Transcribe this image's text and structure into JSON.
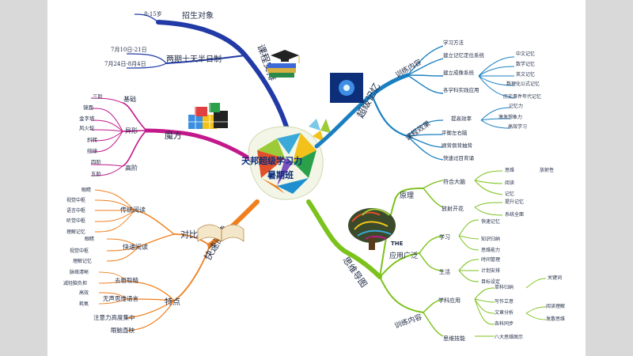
{
  "center": {
    "title_line1": "天邦超级学习力",
    "title_line2": "暑期班"
  },
  "blue_top": {
    "label": "课程安排",
    "age_label": "招生对象",
    "age_value": "8-15岁",
    "schedule_label": "两期十天半日制",
    "schedule_dates": [
      "7月10日-21日",
      "7月24日-8月4日"
    ]
  },
  "purple_magic": {
    "label": "魔方",
    "groups": [
      {
        "label": "基础",
        "items": [
          "三阶"
        ]
      },
      {
        "label": "异形",
        "items": [
          "镜面",
          "金字塔",
          "风火轮",
          "斜转",
          "绕球"
        ]
      },
      {
        "label": "高阶",
        "items": [
          "四阶",
          "五阶"
        ]
      }
    ]
  },
  "orange_reading": {
    "label": "快速阅读",
    "compare_label": "对比",
    "traditional": {
      "label": "传统阅读",
      "items": [
        "眼睛",
        "视觉中枢",
        "语言中枢",
        "听觉中枢",
        "理解记忆"
      ]
    },
    "fast": {
      "label": "快速阅读",
      "items": [
        "眼睛",
        "视觉中枢",
        "理解记忆"
      ]
    },
    "features_label": "特点",
    "features": [
      {
        "label": "去粗取精",
        "subs": [
          "脉络清晰",
          "减轻脑负担"
        ]
      },
      {
        "label": "无声思维语言",
        "subs": [
          "高效",
          "耗氧"
        ]
      },
      {
        "label": "注意力高度集中",
        "subs": []
      },
      {
        "label": "眼脑直映",
        "subs": []
      }
    ]
  },
  "blue_memory": {
    "label": "超级记忆",
    "training_label": "训练内容",
    "training_items": [
      "学习方法",
      "建立记忆定位系统",
      "建立成像系统",
      "各学科实践应用"
    ],
    "imaging_items": [
      "中文记忆",
      "数学记忆",
      "英文记忆",
      "数理化公式记忆",
      "历史事件年代记忆"
    ],
    "effect_label": "课程效果",
    "effect_items": [
      "提高效率",
      "平衡左右脑",
      "顺背倒背抽背",
      "快速过目背诵"
    ],
    "efficiency_items": [
      "记忆力",
      "激发想象力",
      "高效学习"
    ]
  },
  "green_thinking": {
    "label": "思维导图",
    "principle_label": "原理",
    "whole_brain": "符合大脑",
    "whole_brain_items": [
      "思维",
      "阅读",
      "记忆"
    ],
    "divergent": "放射性",
    "radial": "放射开花",
    "radial_items": [
      "提升记忆",
      "系统全面"
    ],
    "application_label": "应用广泛",
    "study_label": "学习",
    "study_items": [
      "快速记忆",
      "知识归纳",
      "思维能力"
    ],
    "life_label": "生活",
    "life_items": [
      "时间管理",
      "计划安排",
      "目标设定"
    ],
    "training_label": "训练内容",
    "subject_label": "学科应用",
    "subject_items": [
      "单科归纳",
      "写作立意",
      "文章分析",
      "各科同步"
    ],
    "keyword": "关键词",
    "reading_items": [
      "阅读理解",
      "发散思维"
    ],
    "skills_label": "思维技能",
    "skills_item": "八大思维图示"
  },
  "the_logo": "THE",
  "colors": {
    "blue": "#1f3fb5",
    "light_blue": "#1a7fc0",
    "purple": "#c2188b",
    "orange": "#f07f1e",
    "green": "#7cc21c",
    "deep_blue": "#233a9c"
  }
}
